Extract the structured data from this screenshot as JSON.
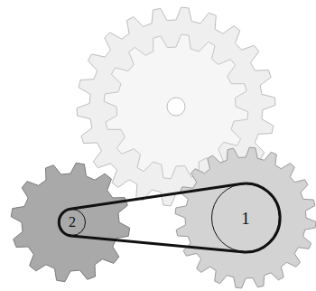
{
  "diagram": {
    "nodes": [
      {
        "text": [
          "1"
        ]
      },
      {
        "text": [
          "2"
        ]
      }
    ],
    "edges": [
      {
        "from": 0,
        "to": 1,
        "arrow": "none"
      }
    ]
  }
}
